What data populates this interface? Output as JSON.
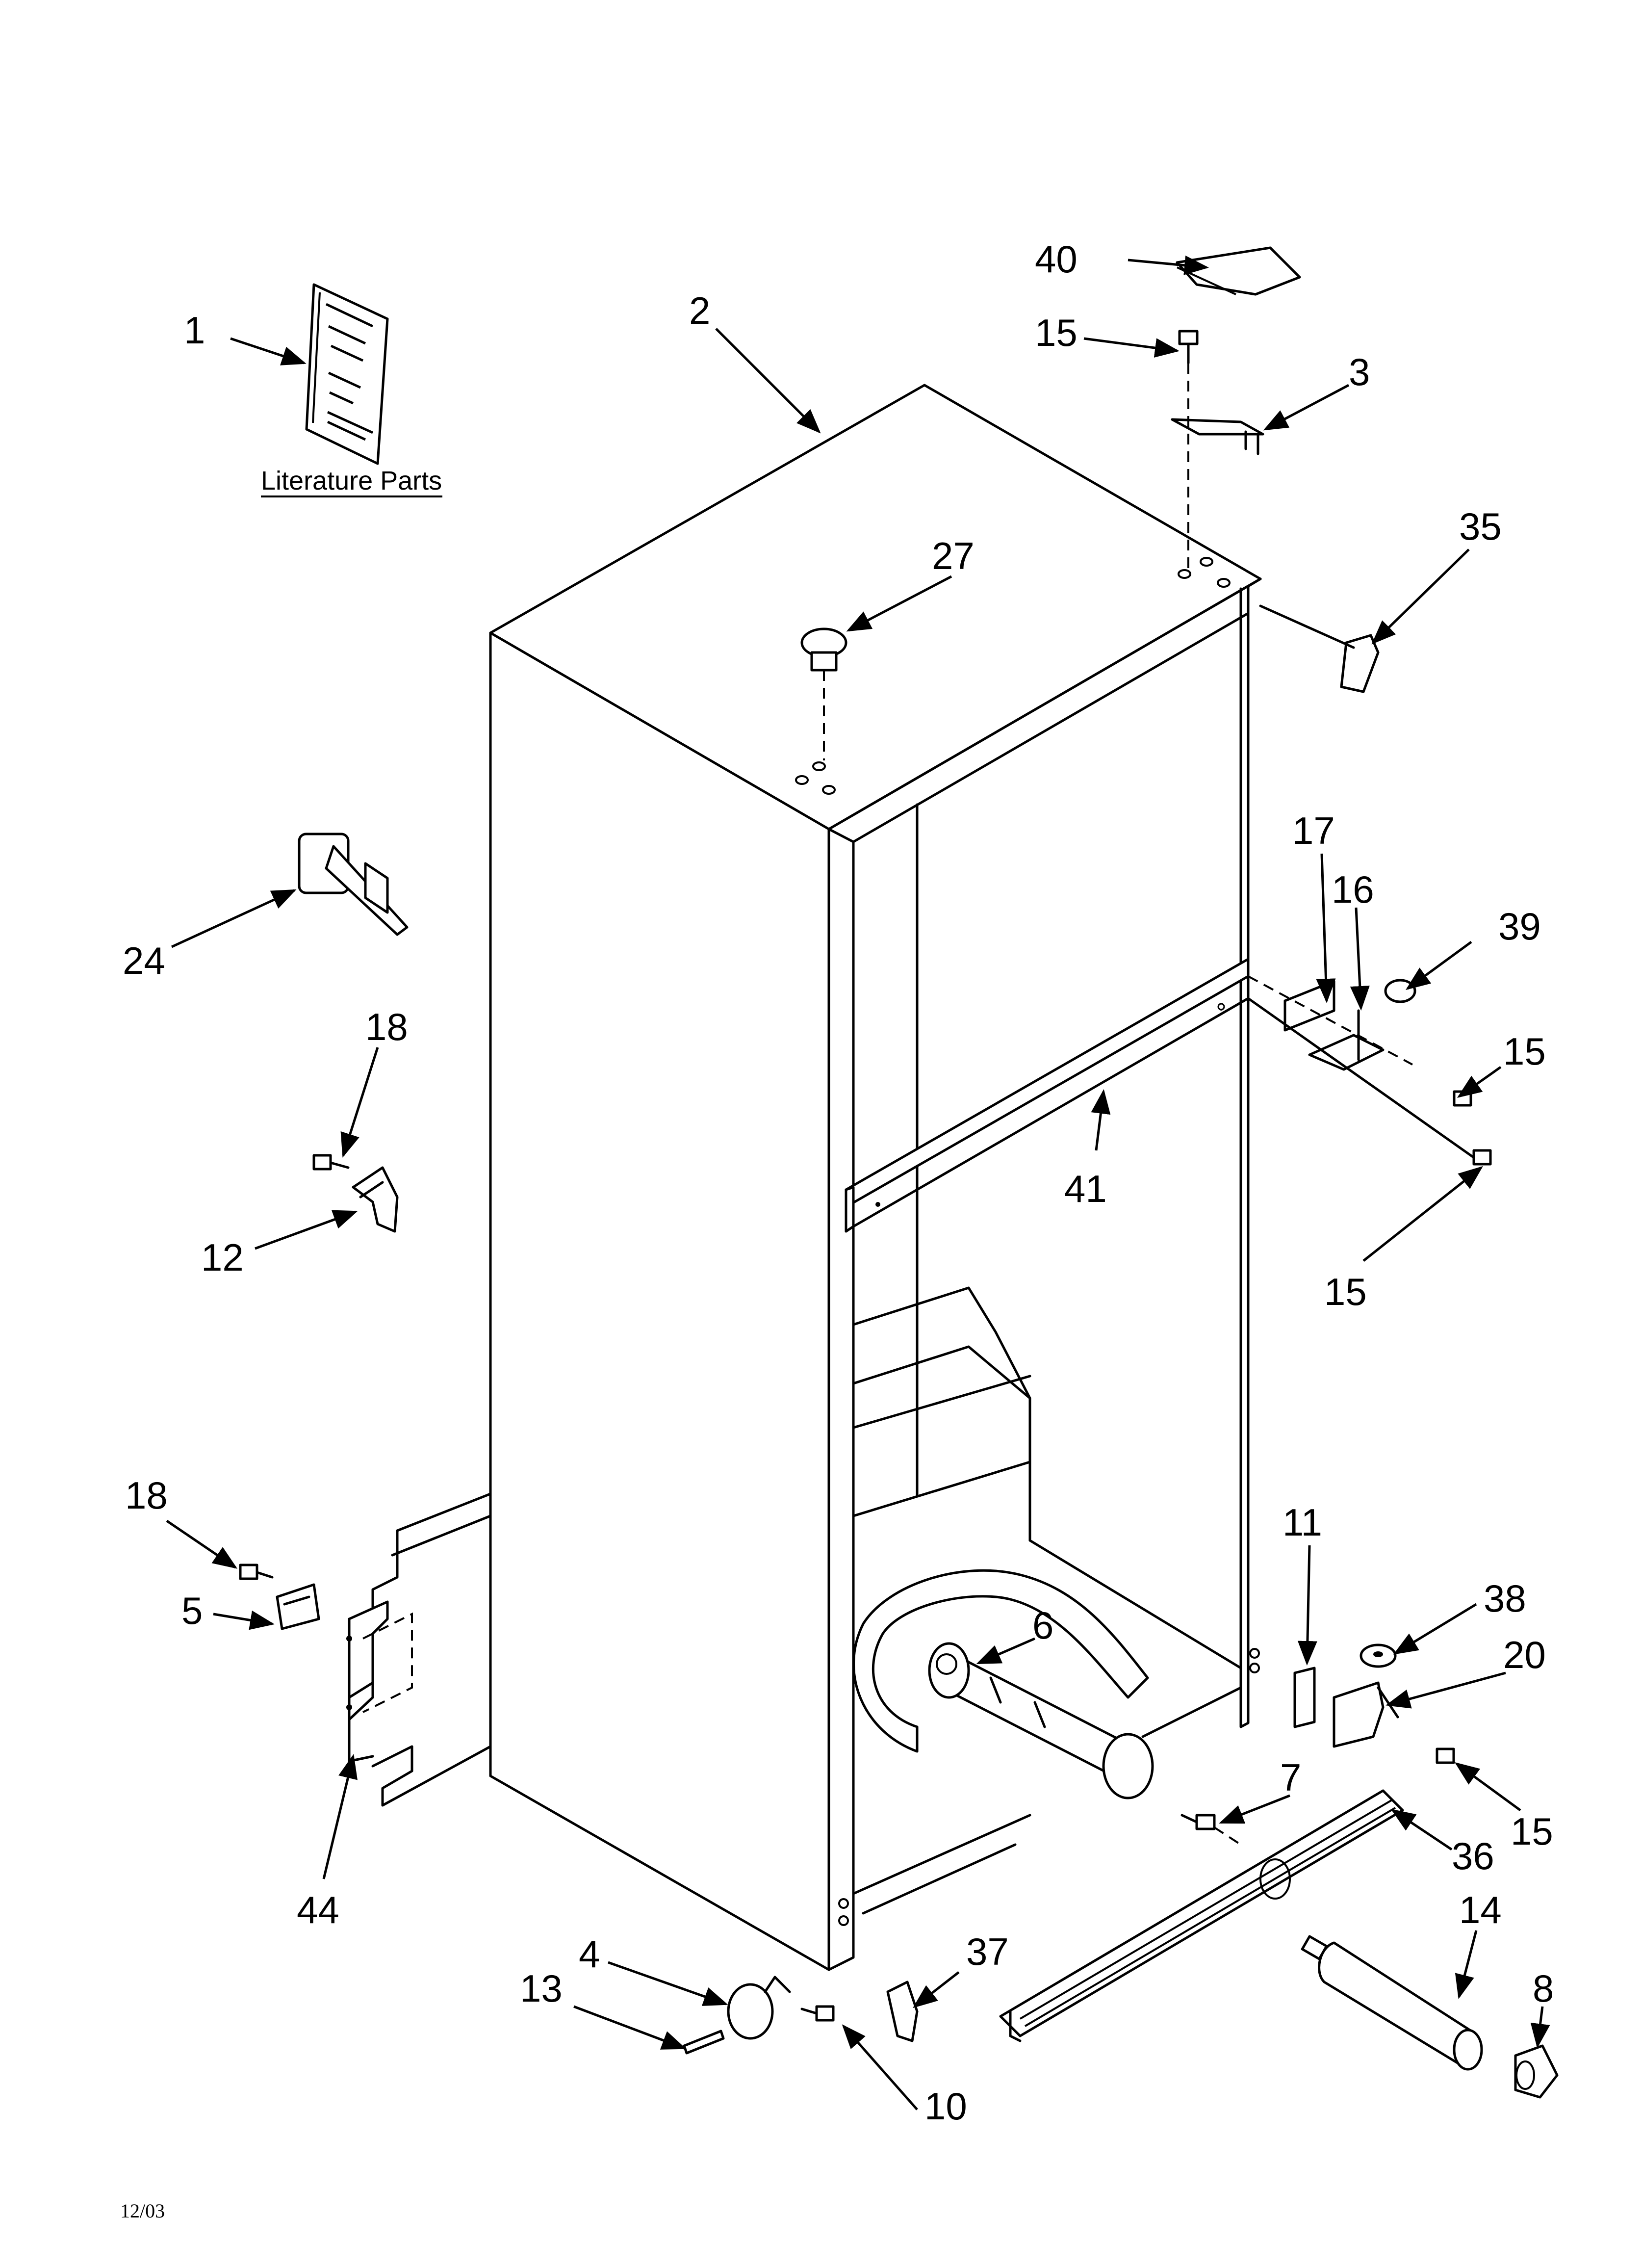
{
  "diagram": {
    "literature_caption": "Literature Parts",
    "date_code": "12/03",
    "callouts": [
      {
        "id": "c1",
        "label": "1"
      },
      {
        "id": "c2",
        "label": "2"
      },
      {
        "id": "c3",
        "label": "3"
      },
      {
        "id": "c4",
        "label": "4"
      },
      {
        "id": "c5",
        "label": "5"
      },
      {
        "id": "c6",
        "label": "6"
      },
      {
        "id": "c7",
        "label": "7"
      },
      {
        "id": "c8",
        "label": "8"
      },
      {
        "id": "c10",
        "label": "10"
      },
      {
        "id": "c11",
        "label": "11"
      },
      {
        "id": "c12",
        "label": "12"
      },
      {
        "id": "c13",
        "label": "13"
      },
      {
        "id": "c14",
        "label": "14"
      },
      {
        "id": "c15a",
        "label": "15"
      },
      {
        "id": "c15b",
        "label": "15"
      },
      {
        "id": "c15c",
        "label": "15"
      },
      {
        "id": "c15d",
        "label": "15"
      },
      {
        "id": "c16",
        "label": "16"
      },
      {
        "id": "c17",
        "label": "17"
      },
      {
        "id": "c18a",
        "label": "18"
      },
      {
        "id": "c18b",
        "label": "18"
      },
      {
        "id": "c20",
        "label": "20"
      },
      {
        "id": "c24",
        "label": "24"
      },
      {
        "id": "c27",
        "label": "27"
      },
      {
        "id": "c35",
        "label": "35"
      },
      {
        "id": "c36",
        "label": "36"
      },
      {
        "id": "c37",
        "label": "37"
      },
      {
        "id": "c38",
        "label": "38"
      },
      {
        "id": "c39",
        "label": "39"
      },
      {
        "id": "c40",
        "label": "40"
      },
      {
        "id": "c41",
        "label": "41"
      },
      {
        "id": "c44",
        "label": "44"
      }
    ]
  }
}
